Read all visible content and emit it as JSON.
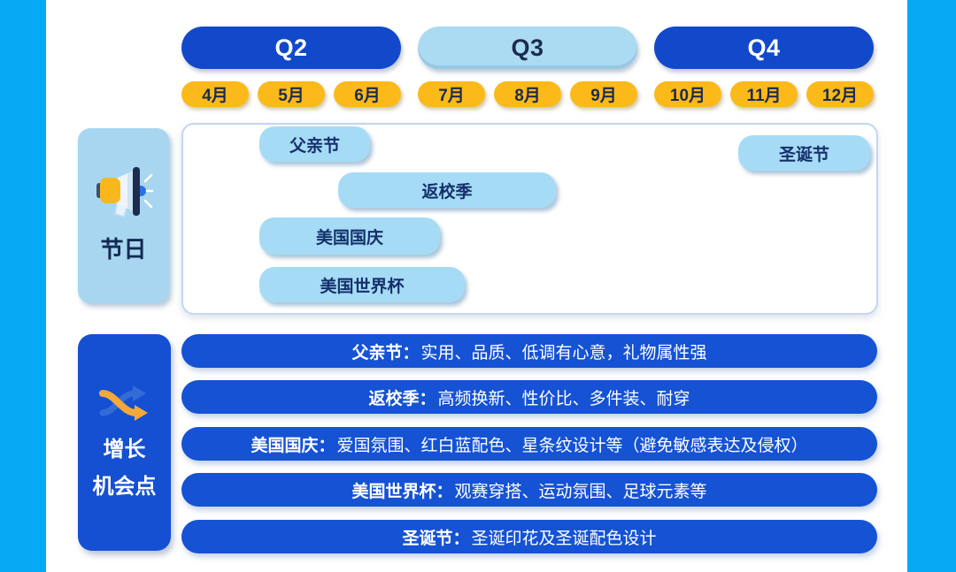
{
  "colors": {
    "edge_cyan": "#05a9f4",
    "dark_blue": "#1149ca",
    "bar_blue": "#1552d4",
    "light_blue": "#a6dbf6",
    "month_yellow": "#fbb91a",
    "navy_text": "#152a52",
    "white": "#ffffff"
  },
  "quarters": [
    {
      "label": "Q2",
      "style": "dark"
    },
    {
      "label": "Q3",
      "style": "light"
    },
    {
      "label": "Q4",
      "style": "dark"
    }
  ],
  "months": [
    "4月",
    "5月",
    "6月",
    "7月",
    "8月",
    "9月",
    "10月",
    "11月",
    "12月"
  ],
  "holidays": {
    "sidebar_label": "节日",
    "sidebar_icon": "megaphone-icon",
    "items": [
      {
        "label": "父亲节"
      },
      {
        "label": "圣诞节"
      },
      {
        "label": "返校季"
      },
      {
        "label": "美国国庆"
      },
      {
        "label": "美国世界杯"
      }
    ]
  },
  "growth": {
    "sidebar_label_lines": [
      "增长",
      "机会点"
    ],
    "sidebar_icon": "shuffle-icon",
    "items": [
      {
        "title": "父亲节：",
        "desc": "实用、品质、低调有心意，礼物属性强"
      },
      {
        "title": "返校季：",
        "desc": "高频换新、性价比、多件装、耐穿"
      },
      {
        "title": "美国国庆：",
        "desc": "爱国氛围、红白蓝配色、星条纹设计等（避免敏感表达及侵权）"
      },
      {
        "title": "美国世界杯：",
        "desc": "观赛穿搭、运动氛围、足球元素等"
      },
      {
        "title": "圣诞节：",
        "desc": "圣诞印花及圣诞配色设计"
      }
    ]
  }
}
